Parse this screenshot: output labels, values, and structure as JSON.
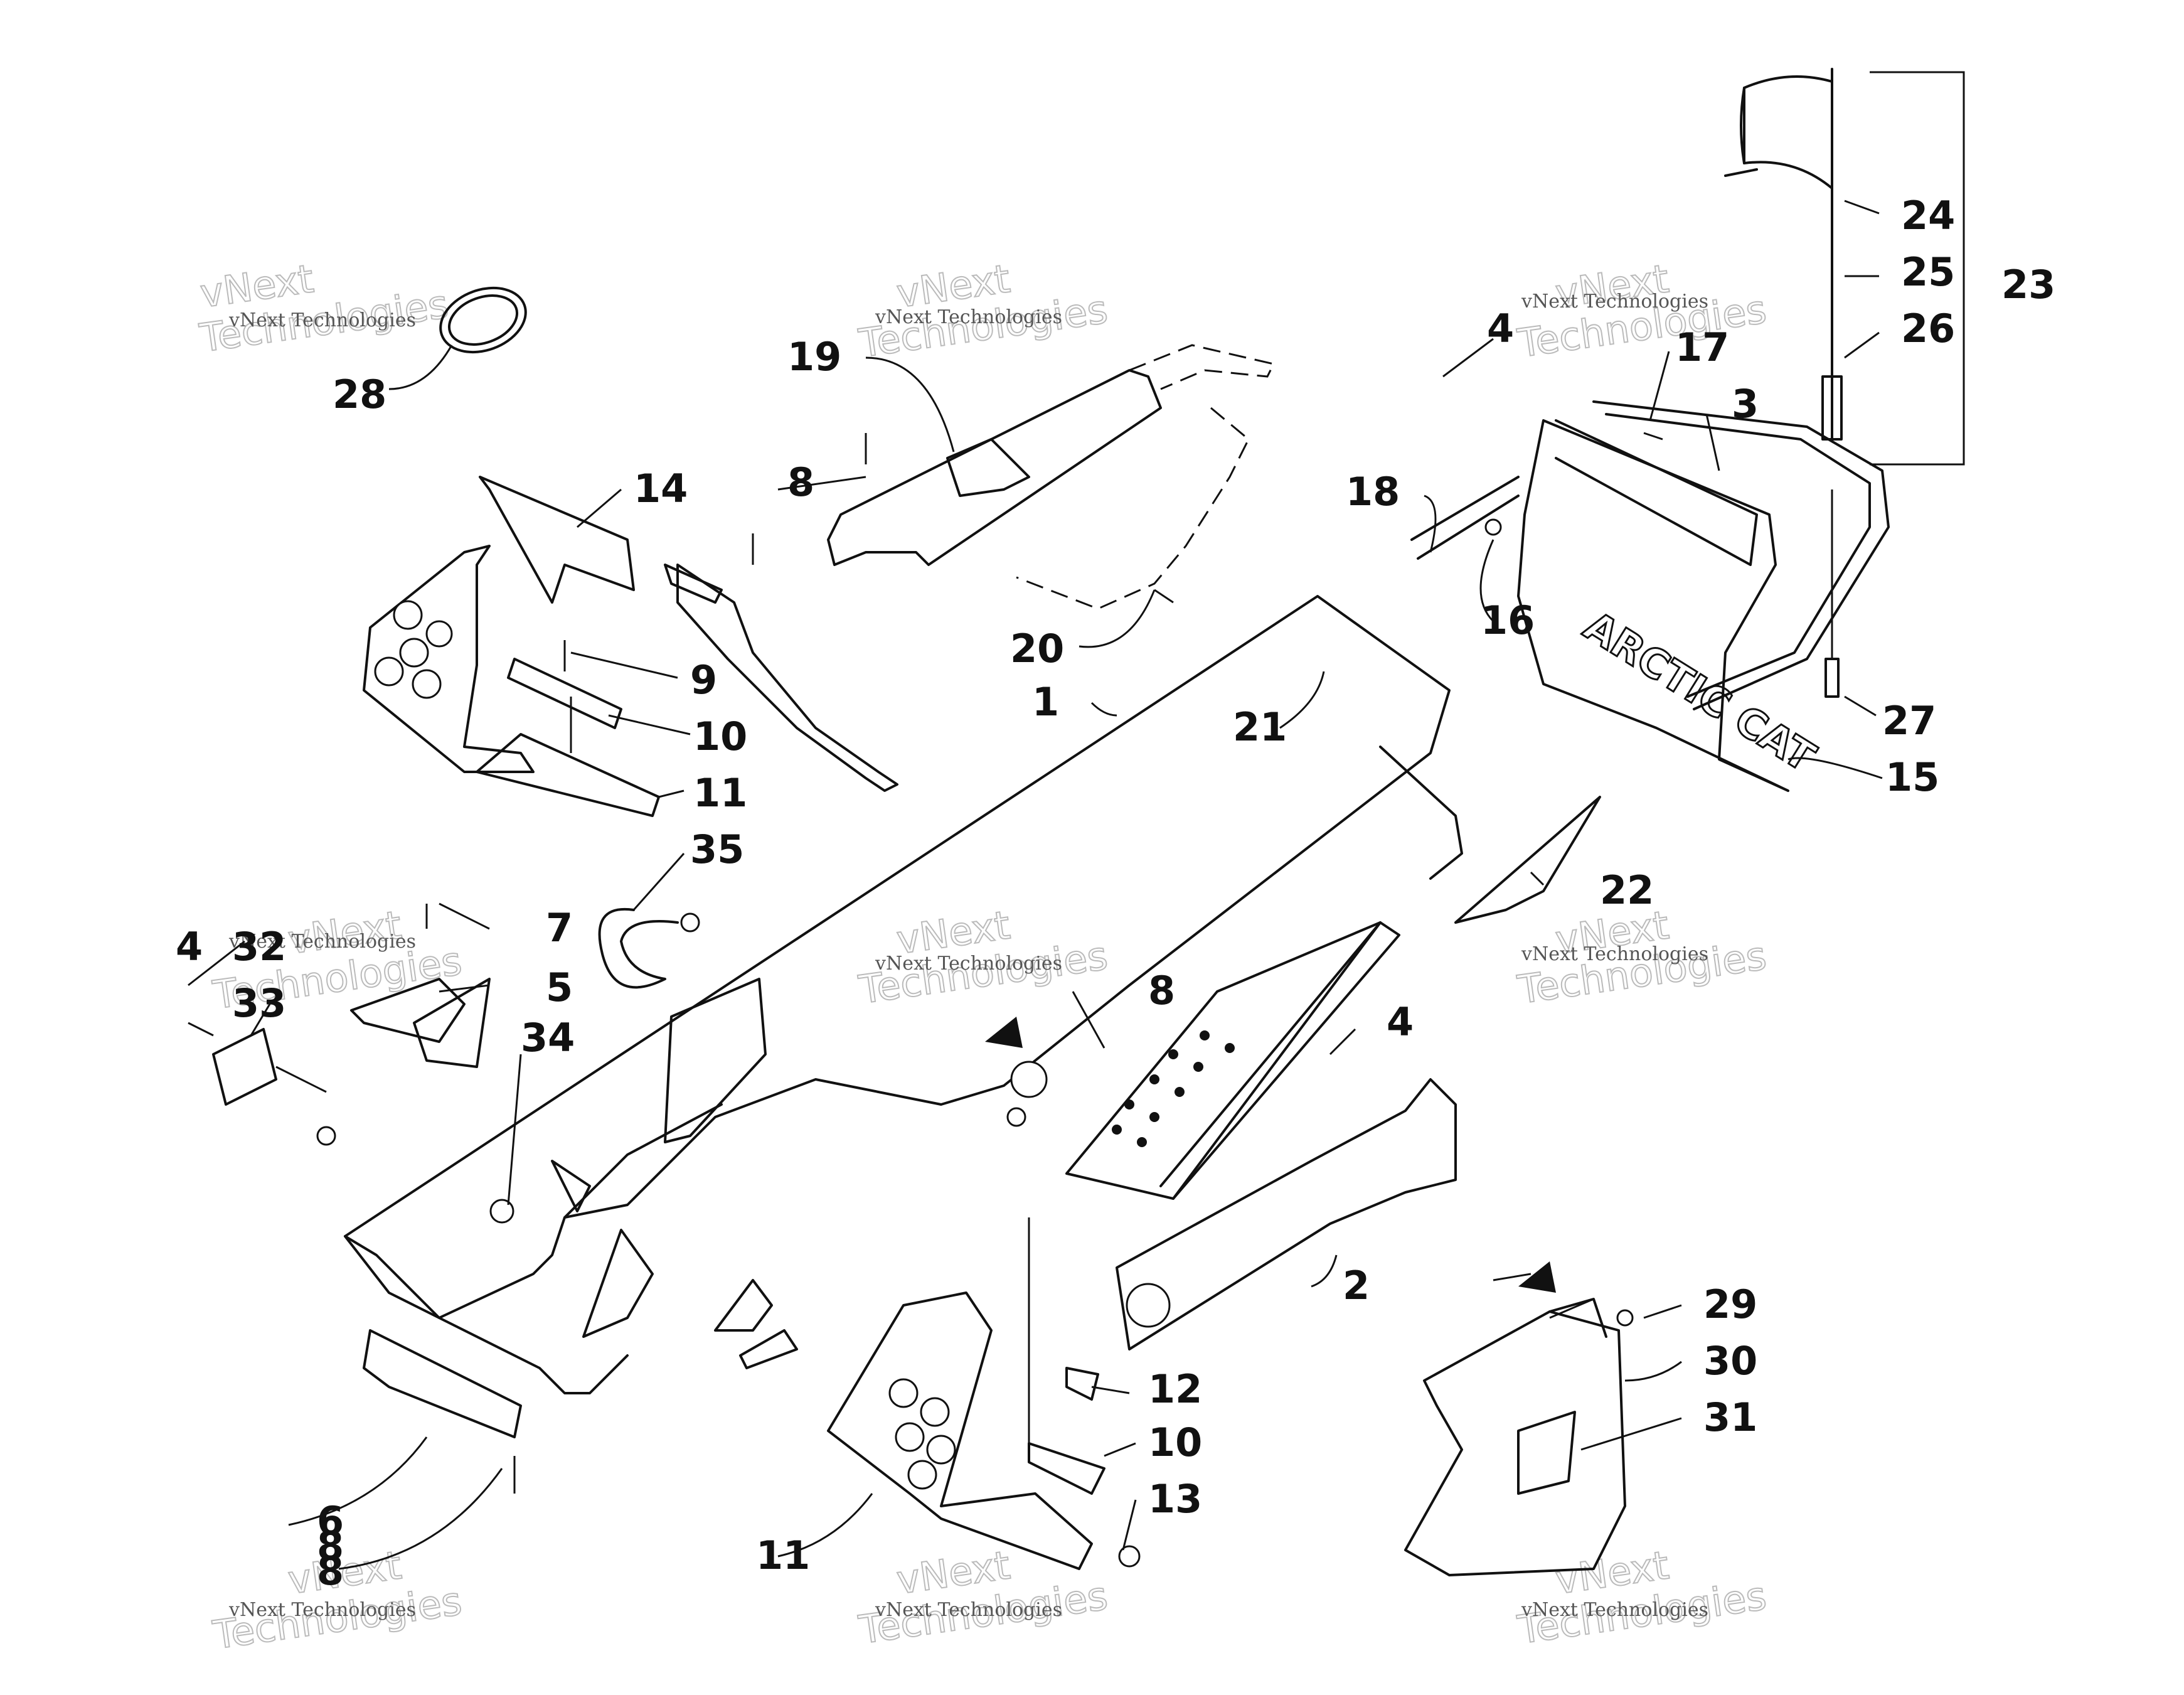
{
  "watermark": {
    "small_text": "vNext Technologies",
    "logo_top": "vNext",
    "logo_bottom": "Technologies"
  },
  "hood_decal_text": "ARCTIC CAT",
  "callouts": [
    "1",
    "2",
    "3",
    "4",
    "4",
    "4",
    "5",
    "6",
    "7",
    "8",
    "8",
    "8",
    "8",
    "9",
    "10",
    "10",
    "11",
    "11",
    "12",
    "13",
    "14",
    "15",
    "16",
    "17",
    "18",
    "19",
    "20",
    "21",
    "22",
    "23",
    "24",
    "25",
    "26",
    "27",
    "28",
    "29",
    "30",
    "31",
    "32",
    "33",
    "34",
    "35"
  ]
}
